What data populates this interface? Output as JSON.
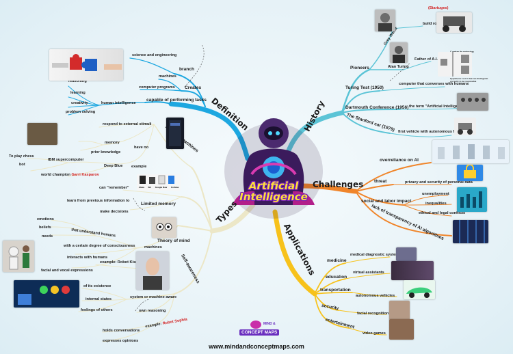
{
  "center": {
    "line1": "Artificial",
    "line2": "Intelligence"
  },
  "branches": {
    "definition": "Definition",
    "history": "History",
    "challenges": "Challenges",
    "applications": "Applications",
    "types": "Types"
  },
  "definition": {
    "science_eng": "science and engineering",
    "branch": "branch",
    "machines": "machines",
    "computer_programs": "computer programs",
    "creates": "Creates",
    "capable": "capable of performing tasks",
    "human_intel": "human intelligence",
    "reasoning": "reasoning",
    "learning": "learning",
    "creativity": "creativity",
    "problem_solving": "problem solving"
  },
  "history": {
    "startup_label": "(Startuges)",
    "build_robots": "build robots",
    "grey_walter": "Grey Walter",
    "pioneers": "Pioneers",
    "alan_turing": "Alan Turing",
    "father_ai": "Father of A.I.",
    "turing_test": "Turing Test (1950)",
    "conversing": "computer that converses with humans",
    "dartmouth": "Dartmouth Conference (1956)",
    "term_coined": "the term \"Artificial Intelligence\" was coined",
    "stanford": "The Stanford car (1979)",
    "first_vehicle": "first vehicle with autonomous function",
    "c_human_note": "C makes its conjecture",
    "hypo_note": "Hypothesis: is it C that can distinguish correctly to be responsible"
  },
  "challenges": {
    "overreliance": "overreliance on AI",
    "threat": "threat",
    "privacy": "privacy and security of personal data",
    "social_labor": "social and labor impact",
    "unemployment": "unemployment",
    "inequalities": "inequalities",
    "ethical": "ethical and legal conflicts",
    "transparency": "lack of transparency of AI algorithms"
  },
  "applications": {
    "medicine": "medicine",
    "medical_diag": "medical diagnostic systems",
    "education": "education",
    "virtual_assist": "virtual assistants",
    "transportation": "transportation",
    "autonomous": "autonomous vehicles",
    "security": "security",
    "facial_rec": "facial recognition",
    "entertainment": "entertainment",
    "video_games": "video games"
  },
  "types": {
    "reactive": "Reactive machines",
    "respond": "respond to external stimuli",
    "memory": "memory",
    "prior_knowledge": "prior knowledge",
    "have_no": "have no",
    "deep_blue": "Deep Blue",
    "example": "example",
    "ibm": "IBM supercomputer",
    "to_play_chess": "To play chess",
    "bot": "bot",
    "world_champion": "world champion",
    "kasparov": "Garri Kasparov",
    "limited": "Limited memory",
    "can_remember": "can \"remember\"",
    "learn_from": "learn from previous information to",
    "make_decisions": "make decisions",
    "theory_mind": "Theory of mind",
    "emotions": "emotions",
    "beliefs": "beliefs",
    "needs": "needs",
    "understand_humans": "that understand humans",
    "degree_consciousness": "with a certain degree of consciousness",
    "machines": "machines",
    "interacts": "interacts with humans",
    "example_kismet": "example: Robot Kismet",
    "facial_vocal": "facial and vocal expressions",
    "self_awareness": "Self-awareness",
    "of_its_existence": "of its existence",
    "internal_states": "internal states",
    "feelings": "feelings of others",
    "system_aware": "system or machine aware",
    "own_reasoning": "own reasoning",
    "example_word": "example:",
    "robot_sophia": "Robot Sophia",
    "holds_conv": "holds conversations",
    "expresses": "expresses opinions",
    "device_labels": [
      "Alexa",
      "Siri",
      "Google Now",
      "Cortana"
    ]
  },
  "footer": {
    "website": "www.mindandconceptmaps.com",
    "logo_mind": "MIND &",
    "logo_concept": "CONCEPT MAPS"
  },
  "colors": {
    "definition": "#1da7e0",
    "history": "#5bc4d6",
    "challenges": "#f0852a",
    "applications": "#f7c21b",
    "types": "#ece7c7"
  }
}
